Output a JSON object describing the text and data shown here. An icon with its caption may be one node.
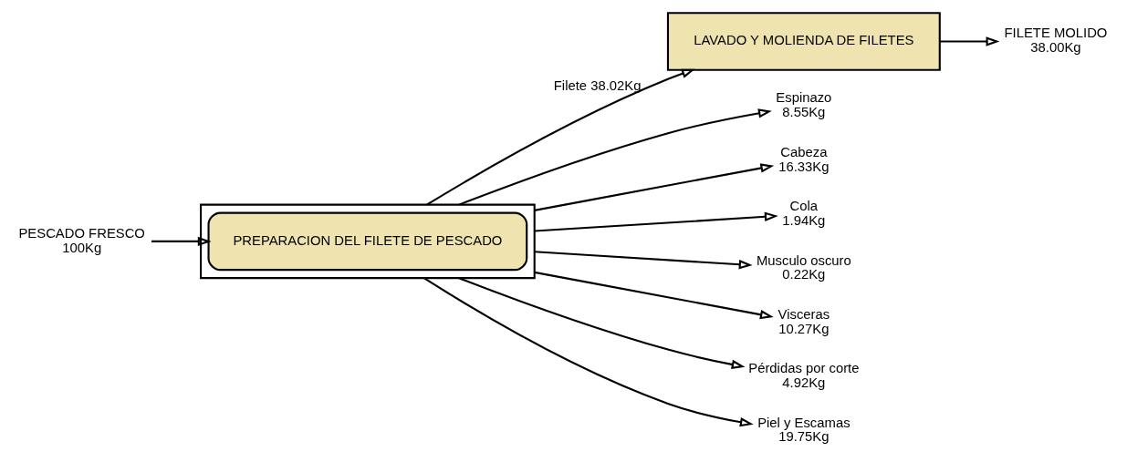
{
  "diagram": {
    "nodes": [
      {
        "text": [],
        "shape": "box"
      },
      {
        "text": [
          "PREPARACION DEL FILETE DE PESCADO"
        ],
        "in": 0
      },
      {
        "text": [
          "LAVADO Y MOLIENDA DE FILETES"
        ]
      },
      {
        "text": [
          "PESCADO FRESCO",
          "100Kg"
        ]
      },
      {
        "text": [
          "Espinazo",
          "8.55Kg"
        ]
      },
      {
        "text": [
          "Cabeza",
          "16.33Kg"
        ]
      },
      {
        "text": [
          "Cola",
          "1.94Kg"
        ]
      },
      {
        "text": [
          "Musculo oscuro",
          "0.22Kg"
        ]
      },
      {
        "text": [
          "Visceras",
          "10.27Kg"
        ]
      },
      {
        "text": [
          "Pérdidas por corte",
          "4.92Kg"
        ]
      },
      {
        "text": [
          "Piel y Escamas",
          "19.75Kg"
        ]
      },
      {
        "text": [
          "FILETE MOLIDO",
          "38.00Kg"
        ]
      }
    ],
    "edges": [
      {
        "from": 3,
        "to": 1,
        "arrow": "to"
      },
      {
        "from": 0,
        "to": 4,
        "arrow": "to"
      },
      {
        "from": 0,
        "to": 5,
        "arrow": "to"
      },
      {
        "from": 0,
        "to": 6,
        "arrow": "to"
      },
      {
        "from": 0,
        "to": 2,
        "arrow": "to",
        "label": "Filete 38.02Kg"
      },
      {
        "from": 0,
        "to": 7,
        "arrow": "to"
      },
      {
        "from": 0,
        "to": 8,
        "arrow": "to"
      },
      {
        "from": 0,
        "to": 9,
        "arrow": "to"
      },
      {
        "from": 0,
        "to": 10,
        "arrow": "to"
      },
      {
        "from": 2,
        "to": 11,
        "arrow": "to"
      }
    ]
  }
}
